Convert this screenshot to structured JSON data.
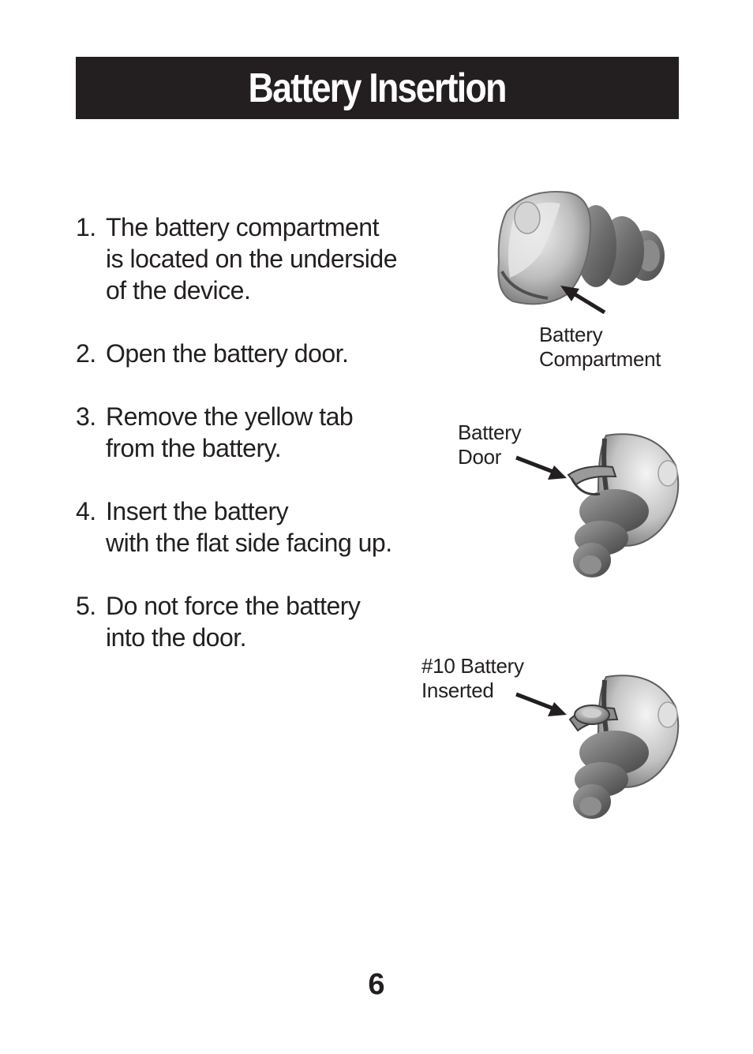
{
  "header": {
    "title": "Battery Insertion"
  },
  "steps": [
    {
      "number": "1.",
      "lines": [
        "The battery compartment",
        "is located on the underside",
        "of the device."
      ]
    },
    {
      "number": "2.",
      "lines": [
        "Open the battery door."
      ]
    },
    {
      "number": "3.",
      "lines": [
        "Remove the yellow tab",
        "from the battery."
      ]
    },
    {
      "number": "4.",
      "lines": [
        "Insert the battery",
        "with the flat side facing up."
      ]
    },
    {
      "number": "5.",
      "lines": [
        "Do not force the battery",
        "into the door."
      ]
    }
  ],
  "figures": {
    "compartment": {
      "label_lines": [
        "Battery",
        "Compartment"
      ],
      "icon": "hearing-aid-underside-icon"
    },
    "door": {
      "label_lines": [
        "Battery",
        "Door"
      ],
      "icon": "hearing-aid-door-open-icon"
    },
    "inserted": {
      "label_lines": [
        "#10 Battery",
        "Inserted"
      ],
      "icon": "hearing-aid-battery-inserted-icon"
    }
  },
  "footer": {
    "page_number": "6"
  },
  "colors": {
    "title_bar": "#231f20",
    "text": "#231f20"
  }
}
